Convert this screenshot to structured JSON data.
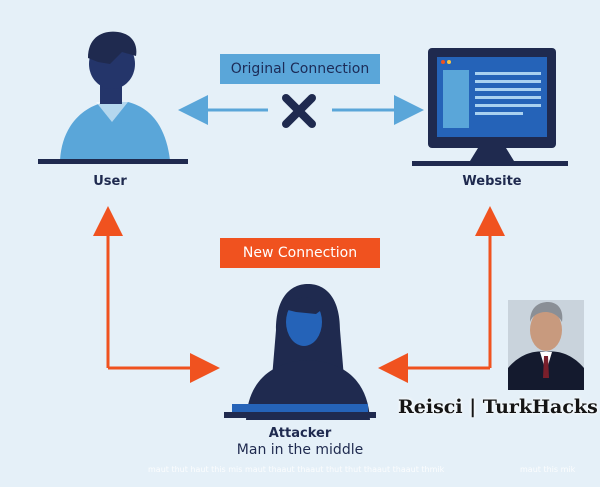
{
  "nodes": {
    "user": {
      "label": "User"
    },
    "website": {
      "label": "Website"
    },
    "attacker": {
      "label": "Attacker",
      "sublabel": "Man in the middle"
    }
  },
  "connections": {
    "original": {
      "label": "Original Connection",
      "status": "broken"
    },
    "new": {
      "label": "New Connection"
    }
  },
  "watermark": {
    "text": "Reisci | TurkHacks",
    "footer_left": "maut thut haut this mis maut thaaut thaaut thut thut thaaut thaaut thmik",
    "footer_right": "maut this mik"
  },
  "colors": {
    "background": "#e5f0f8",
    "navy": "#1f2a4f",
    "light_blue": "#5aa6d9",
    "orange": "#f0521f",
    "screen_blue": "#2563b8"
  }
}
